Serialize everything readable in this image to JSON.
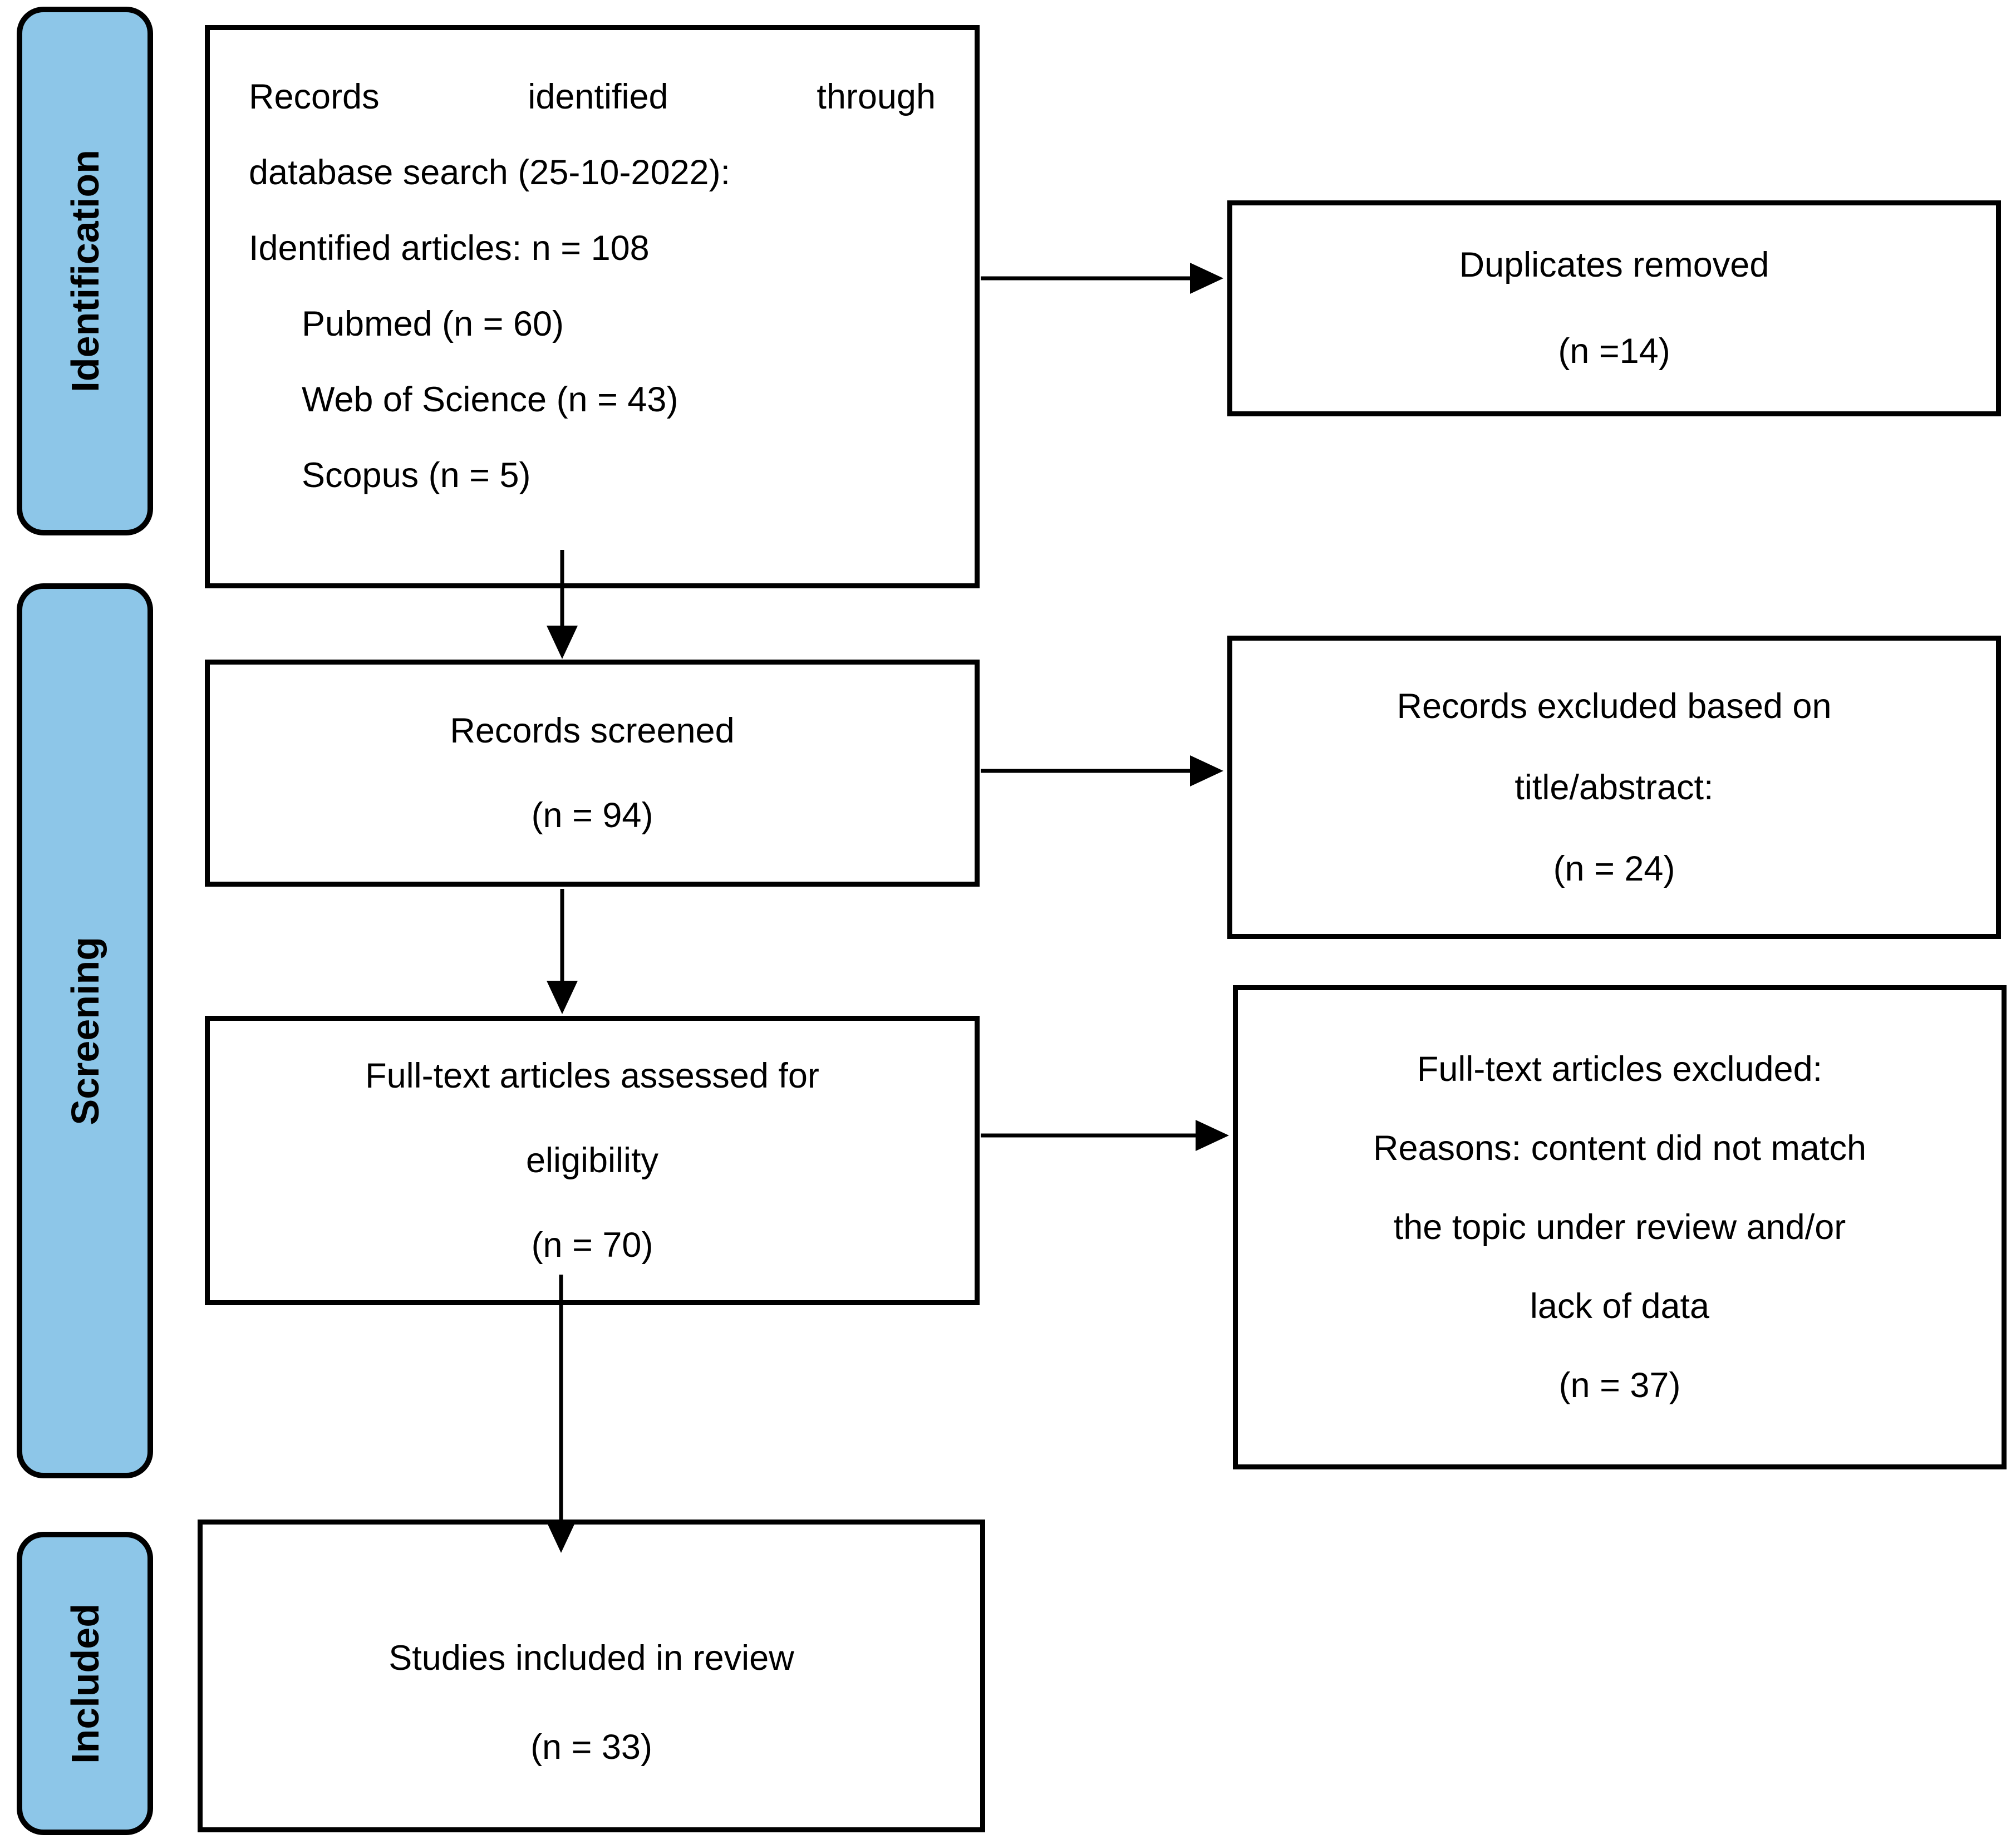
{
  "figure": {
    "type": "prisma-flow-diagram",
    "colors": {
      "stage_fill": "#8DC6E8",
      "box_fill": "#FFFFFF",
      "line_color": "#000000"
    },
    "stages": [
      {
        "label": "Identification"
      },
      {
        "label": "Screening"
      },
      {
        "label": "Included"
      }
    ],
    "boxes": {
      "records_identified": {
        "lines": [
          "Records identified through",
          "database search (25-10-2022):",
          "Identified articles: n = 108"
        ],
        "indented_lines": [
          "Pubmed (n = 60)",
          "Web of Science (n = 43)",
          "Scopus (n = 5)"
        ]
      },
      "duplicates_removed": {
        "lines": [
          "Duplicates removed",
          "(n =14)"
        ]
      },
      "records_screened": {
        "lines": [
          "Records screened",
          "(n = 94)"
        ]
      },
      "records_excluded": {
        "lines": [
          "Records excluded based on",
          "title/abstract:",
          "(n = 24)"
        ]
      },
      "fulltext_assessed": {
        "lines": [
          "Full-text articles assessed for",
          "eligibility",
          "(n = 70)"
        ]
      },
      "fulltext_excluded": {
        "lines": [
          "Full-text articles excluded:",
          "Reasons: content did not match",
          "the topic under review and/or",
          "lack of data",
          "(n = 37)"
        ]
      },
      "studies_included": {
        "lines": [
          "Studies included in review",
          "(n = 33)"
        ]
      }
    }
  }
}
